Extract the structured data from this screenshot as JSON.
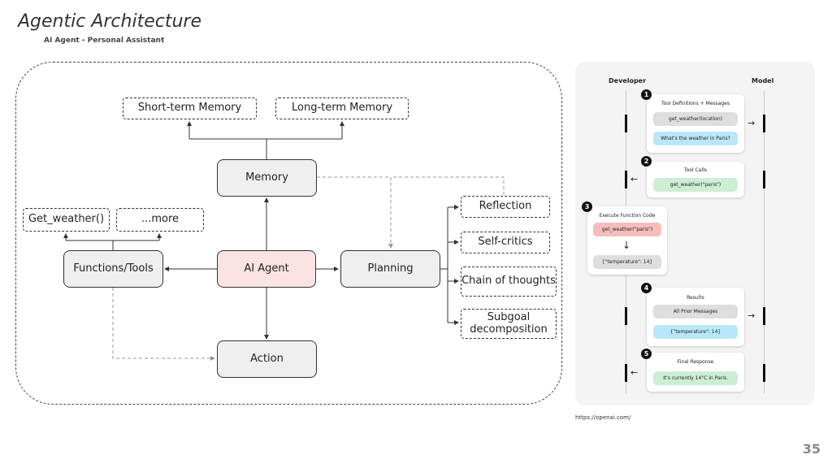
{
  "header": {
    "title": "Agentic Architecture",
    "subtitle": "AI Agent - Personal Assistant"
  },
  "diagram": {
    "short_term_memory": "Short-term Memory",
    "long_term_memory": "Long-term Memory",
    "memory": "Memory",
    "get_weather": "Get_weather()",
    "more": "...more",
    "functions_tools": "Functions/Tools",
    "ai_agent": "AI Agent",
    "planning": "Planning",
    "action": "Action",
    "reflection": "Reflection",
    "self_critics": "Self-critics",
    "chain_of_thoughts": "Chain of thoughts",
    "subgoal_decomposition": "Subgoal decomposition"
  },
  "flow": {
    "developer_label": "Developer",
    "model_label": "Model",
    "steps": [
      {
        "num": "1",
        "title": "Tool Definitions + Messages",
        "items": [
          "get_weather(location)",
          "What's the weather in Paris?"
        ]
      },
      {
        "num": "2",
        "title": "Tool Calls",
        "items": [
          "get_weather(\"paris\")"
        ]
      },
      {
        "num": "3",
        "title": "Execute Function Code",
        "items": [
          "get_weather(\"paris\")",
          "{\"temperature\": 14}"
        ]
      },
      {
        "num": "4",
        "title": "Results",
        "items": [
          "All Prior Messages",
          "{\"temperature\": 14}"
        ]
      },
      {
        "num": "5",
        "title": "Final Response",
        "items": [
          "It's currently 14°C in Paris."
        ]
      }
    ]
  },
  "footer": {
    "source": "https://openai.com/",
    "page_number": "35"
  }
}
